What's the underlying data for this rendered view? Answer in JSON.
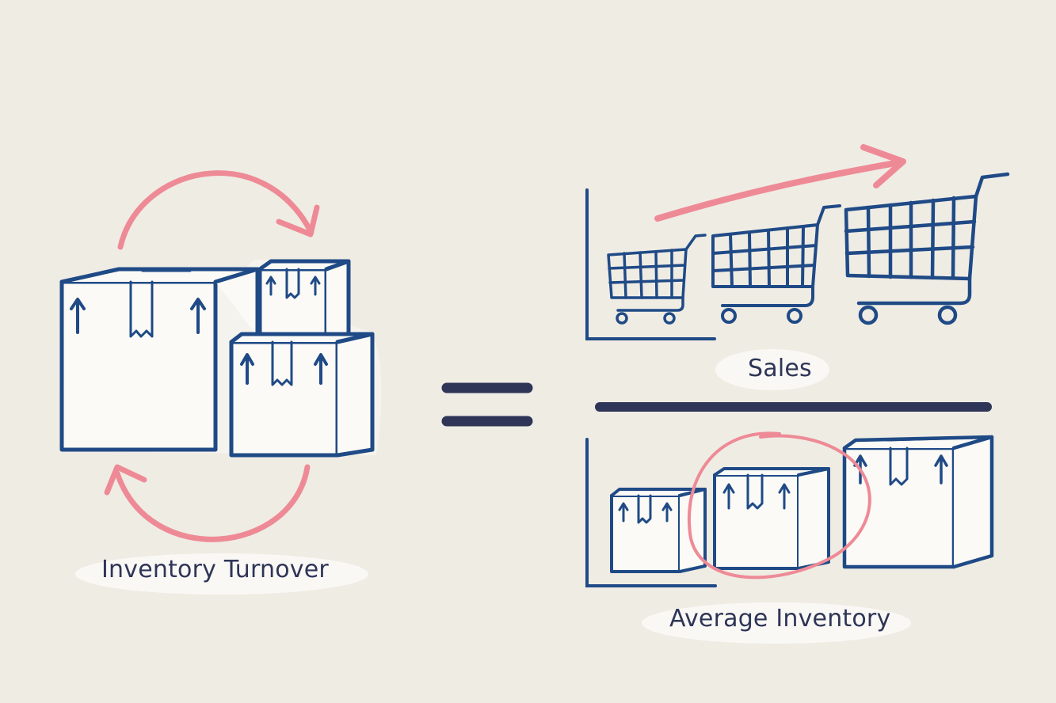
{
  "labels": {
    "inventory_turnover": "Inventory Turnover",
    "sales": "Sales",
    "average_inventory": "Average Inventory"
  },
  "colors": {
    "background": "#efece4",
    "ink": "#1f4a86",
    "accent": "#ee8a96",
    "text": "#2e3557",
    "highlight": "#fbfaf6"
  },
  "icons": {
    "boxes": "cardboard-box-icon",
    "carts": "shopping-cart-icon",
    "arrows": "cycle-arrow-icon",
    "equals": "equals-sign-icon"
  }
}
